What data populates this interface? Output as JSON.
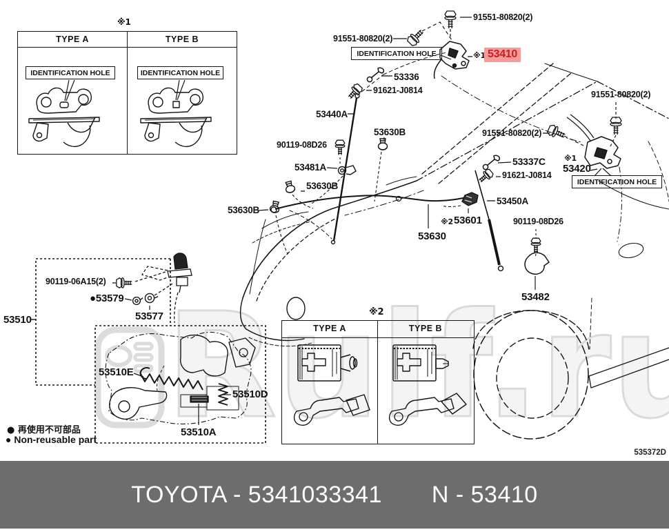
{
  "watermark": {
    "text": "Rulf.ru"
  },
  "doc_code": "535372D",
  "footer": {
    "brand_part": "TOYOTA - 5341033341",
    "part_code": "N - 53410",
    "bar_color": "#6d6d6d"
  },
  "legend": {
    "jp": "● 再使用不可部品",
    "en": "● Non-reusable part"
  },
  "highlight": {
    "bg": "#f69a9a",
    "fg": "#c42020"
  },
  "top_type_box": {
    "note": "※1",
    "type_a": "TYPE A",
    "type_b": "TYPE B",
    "id_hole_a": "IDENTIFICATION HOLE",
    "id_hole_b": "IDENTIFICATION HOLE"
  },
  "bottom_type_box": {
    "note": "※2",
    "type_a": "TYPE A",
    "type_b": "TYPE B"
  },
  "callouts": {
    "bolt_91551_top": "91551-80820(2)",
    "bolt_91551_left": "91551-80820(2)",
    "id_hole_main": "IDENTIFICATION HOLE",
    "note_x1_main": "※1",
    "part_53410": "53410",
    "part_53336": "53336",
    "bolt_91621_a": "91621-J0814",
    "part_53440a": "53440A",
    "clip_53630b_1": "53630B",
    "bolt_90119_08d26_1": "90119-08D26",
    "part_53481a": "53481A",
    "clip_53630b_2": "53630B",
    "clip_53630b_3": "53630B",
    "bolt_91551_right_top": "91551-80820(2)",
    "bolt_91551_right": "91551-80820(2)",
    "part_53337c": "53337C",
    "bolt_91621_b": "91621-J0814",
    "note_x1_right": "※1",
    "part_53420": "53420",
    "id_hole_right": "IDENTIFICATION HOLE",
    "part_53450a": "53450A",
    "note_x2_mid": "※2",
    "part_53601": "53601",
    "part_53630": "53630",
    "bolt_90119_08d26_2": "90119-08D26",
    "part_53482": "53482",
    "bolt_90119_06a15": "90119-06A15(2)",
    "part_53579": "●53579",
    "part_53577": "53577",
    "part_53510": "53510",
    "part_53510e": "53510E",
    "part_53510d": "53510D",
    "part_53510a": "53510A"
  }
}
